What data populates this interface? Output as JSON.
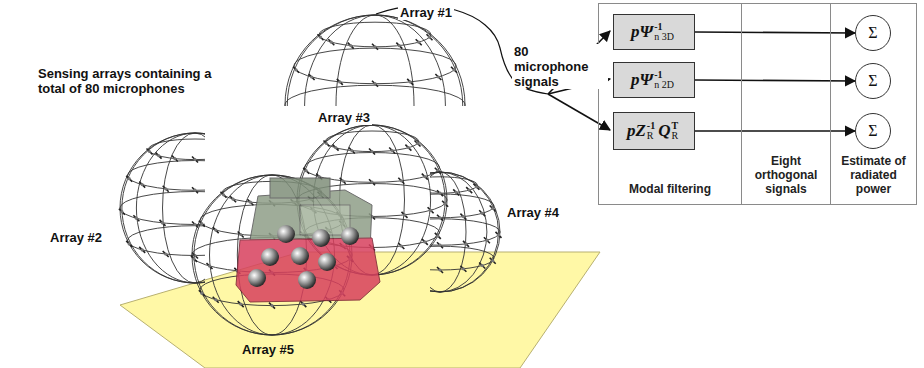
{
  "diagram": {
    "nodes": [
      {
        "text": [
          "Modal filtering"
        ]
      },
      {
        "text": [
          "pΨ",
          "-1",
          "n 3D"
        ],
        "in": 0
      },
      {
        "text": [
          "pΨ",
          "-1",
          "n 2D"
        ],
        "in": 0
      },
      {
        "text": [
          "pZ",
          "-1",
          "R",
          "Q",
          "T",
          "R"
        ],
        "in": 0
      },
      {
        "text": [
          "Eight orthogonal signals"
        ]
      },
      {
        "text": [
          "Estimate of radiated power"
        ]
      },
      {
        "text": [
          "Σ"
        ],
        "in": 5
      },
      {
        "text": [
          "Σ"
        ],
        "in": 5
      },
      {
        "text": [
          "Σ"
        ],
        "in": 5
      }
    ],
    "edges": [
      {
        "from": 1,
        "to": 6,
        "arrow": "to"
      },
      {
        "from": 2,
        "to": 7,
        "arrow": "to"
      },
      {
        "from": 3,
        "to": 8,
        "arrow": "to"
      }
    ],
    "labels": [
      "Sensing arrays containing a total of 80 microphones",
      "Array #1",
      "Array #2",
      "Array #3",
      "Array #4",
      "Array #5",
      "80 microphone signals"
    ]
  }
}
